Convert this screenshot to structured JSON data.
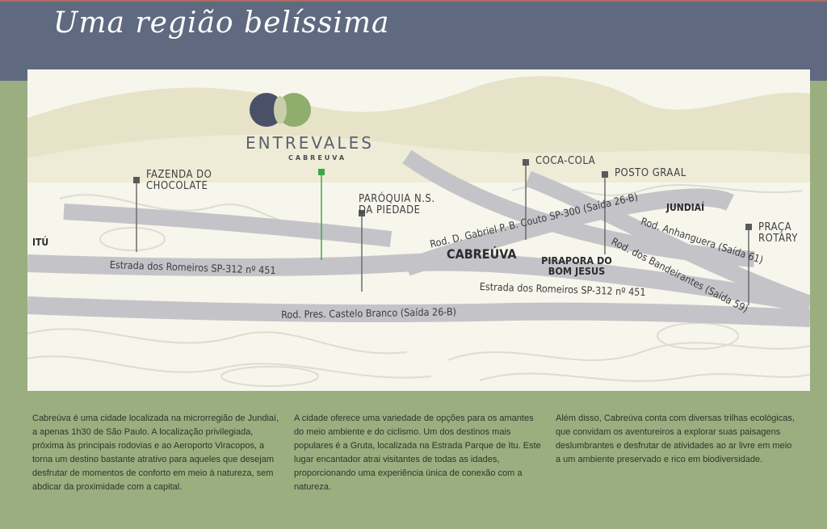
{
  "header": {
    "title": "Uma região belíssima"
  },
  "map": {
    "brand": {
      "name": "ENTREVALES",
      "subtitle": "CABREUVA"
    },
    "places": {
      "fazenda": "FAZENDA DO CHOCOLATE",
      "paroquia": "PARÓQUIA N.S. DA PIEDADE",
      "coca_cola": "COCA-COLA",
      "posto_graal": "POSTO GRAAL",
      "jundiai": "JUNDIAÍ",
      "praca_rotary": "PRAÇA ROTARY",
      "itu": "ITÚ",
      "cabreuva": "CABREÚVA",
      "pirapora": "PIRAPORA DO BOM JESUS"
    },
    "roads": {
      "romeiros_west": "Estrada dos Romeiros SP-312 nº 451",
      "romeiros_east": "Estrada dos Romeiros SP-312 nº 451",
      "castelo_branco": "Rod. Pres. Castelo Branco (Saída 26-B)",
      "gabriel_couto": "Rod. D. Gabriel P. B. Couto SP-300 (Saída 26-B)",
      "anhanguera": "Rod. Anhanguera (Saída 61)",
      "bandeirantes": "Rod. dos Bandeirantes (Saída 59)"
    },
    "colors": {
      "road": "#c4c4c8",
      "hills": "#e6e3c8",
      "brand_pin": "#3aa84a",
      "pin": "#5a5a5a"
    }
  },
  "description": {
    "col1": "Cabreúva é uma cidade localizada na microrregião de Jundiaí, a apenas 1h30 de São Paulo. A localização privilegiada, próxima às principais rodovias e ao Aeroporto Viracopos, a torna um destino bastante atrativo para aqueles que desejam desfrutar de momentos de conforto em meio à natureza, sem abdicar da proximidade com a capital.",
    "col2": "A cidade oferece uma variedade de opções para os amantes do meio ambiente e do ciclismo. Um dos destinos mais populares é a Gruta, localizada na Estrada Parque de Itu. Este lugar encantador atrai visitantes de todas as idades, proporcionando uma experiência única de conexão com a natureza.",
    "col3": "Além disso, Cabreúva conta com diversas trilhas ecológicas, que convidam os aventureiros a explorar suas paisagens deslumbrantes e desfrutar de atividades ao ar livre em meio a um ambiente preservado e rico em biodiversidade."
  }
}
